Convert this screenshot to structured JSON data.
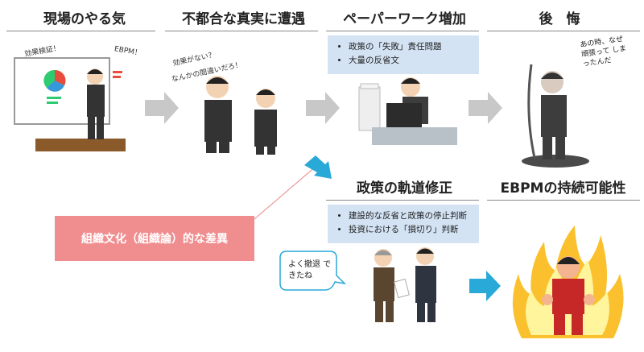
{
  "titles": {
    "t1": "現場のやる気",
    "t2": "不都合な真実に遭遇",
    "t3": "ペーパーワーク増加",
    "t4": "後　悔",
    "t5": "政策の軌道修正",
    "t6": "EBPMの持続可能性"
  },
  "box_paperwork": {
    "items": [
      "政策の「失敗」責任問題",
      "大量の反省文"
    ]
  },
  "box_correction": {
    "items": [
      "建設的な反省と政策の停止判断",
      "投資における「損切り」判断"
    ]
  },
  "culture_label": "組織文化（組織論）的な差異",
  "speech": {
    "kouka_kensho": "効果検証！",
    "ebpm": "EBPM！",
    "kouka_ganai": "効果がない？",
    "machigai": "なんかの間違いだろ！",
    "regret": "あの時、なぜ頑張って しまったんだ",
    "tekkai": "よく撤退 できたね"
  },
  "colors": {
    "arrow_gray": "#c8c8c8",
    "arrow_cyan": "#29a9d8",
    "box_blue": "#d3e3f4",
    "box_pink": "#f08d8f"
  }
}
